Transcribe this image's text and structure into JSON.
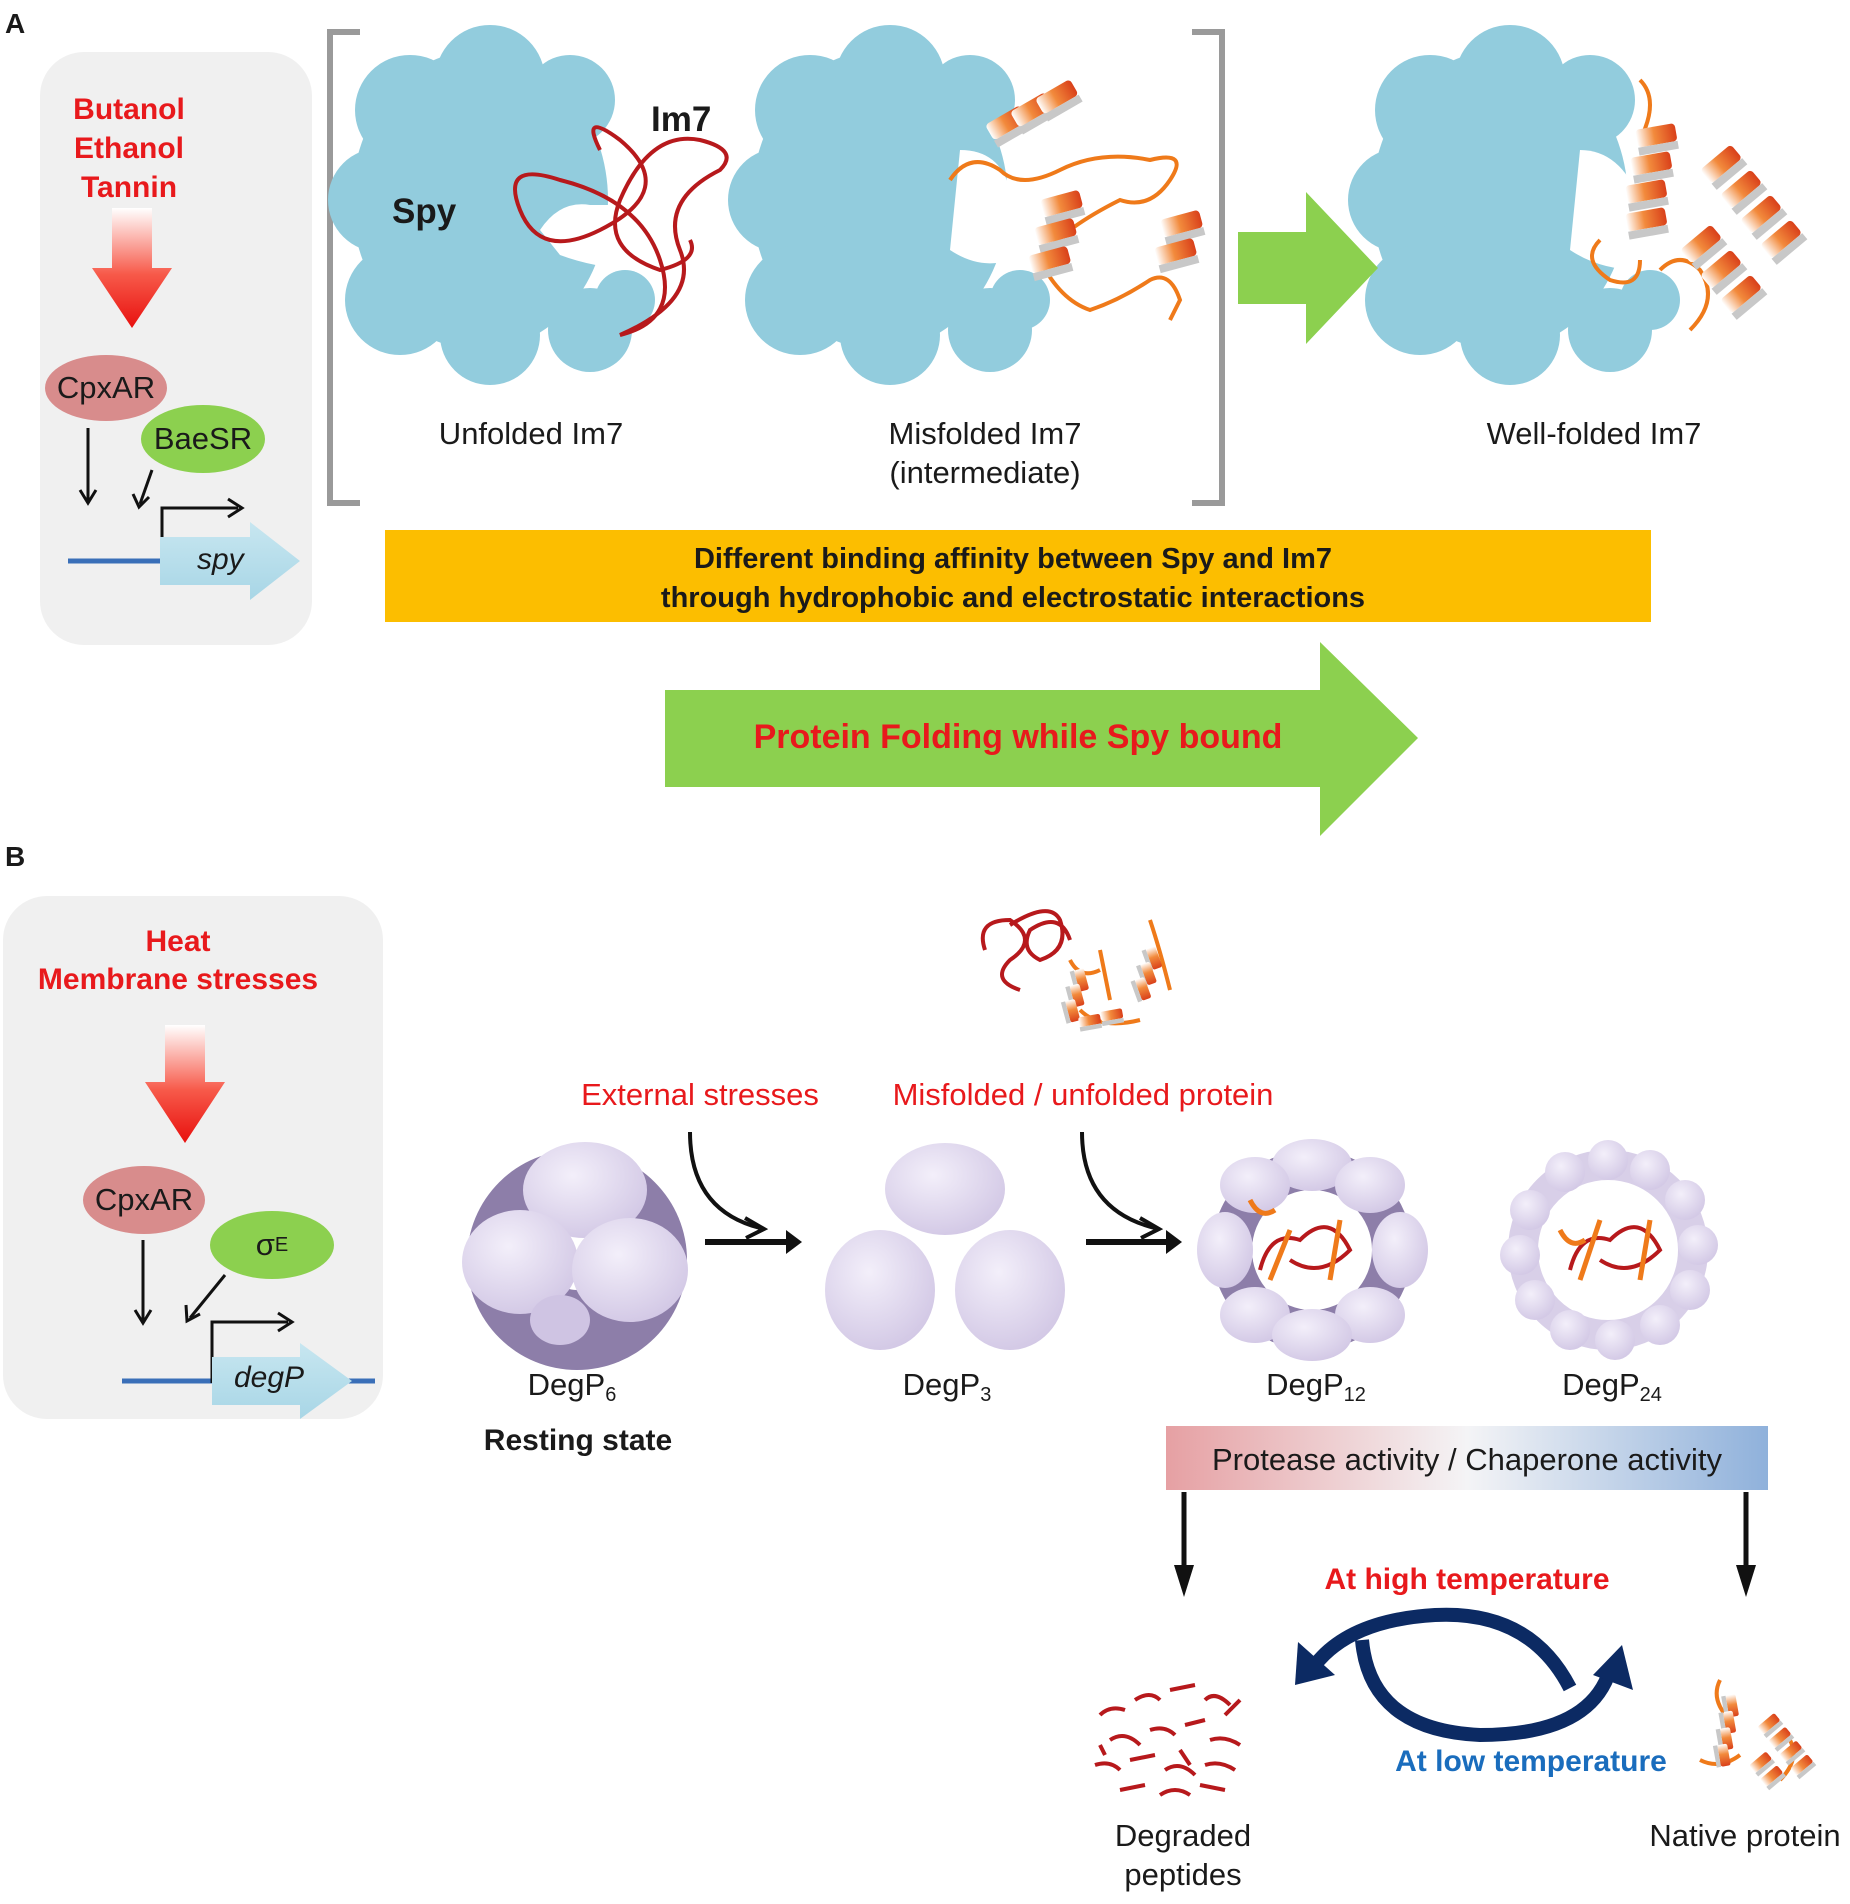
{
  "panel_a": {
    "label": "A",
    "stressors": [
      "Butanol",
      "Ethanol",
      "Tannin"
    ],
    "regulators": {
      "cpx": "CpxAR",
      "bae": "BaeSR"
    },
    "gene": "spy",
    "spy_label": "Spy",
    "im7_label": "Im7",
    "states": {
      "unfolded": "Unfolded Im7",
      "misfolded_line1": "Misfolded Im7",
      "misfolded_line2": "(intermediate)",
      "wellfolded": "Well-folded Im7"
    },
    "binding_line1": "Different binding affinity between Spy and Im7",
    "binding_line2": "through hydrophobic and electrostatic interactions",
    "folding_arrow": "Protein Folding while Spy bound"
  },
  "panel_b": {
    "label": "B",
    "stressors": [
      "Heat",
      "Membrane stresses"
    ],
    "regulators": {
      "cpx": "CpxAR",
      "sigma_base": "σ",
      "sigma_sup": "E"
    },
    "gene": "degP",
    "external_stresses": "External stresses",
    "misfolded_protein": "Misfolded / unfolded protein",
    "degp_base": "DegP",
    "degp6_sub": "6",
    "degp3_sub": "3",
    "degp12_sub": "12",
    "degp24_sub": "24",
    "resting_state": "Resting state",
    "activity_bar": "Protease activity / Chaperone activity",
    "high_temp": "At high temperature",
    "low_temp": "At low temperature",
    "degraded_line1": "Degraded",
    "degraded_line2": "peptides",
    "native": "Native protein"
  },
  "colors": {
    "stress_red": "#e8191c",
    "spy_blue": "#92ccdd",
    "binding_bar": "#fcbe00",
    "green_arrow": "#8cd04f",
    "low_temp_blue": "#1a6dbd",
    "cycle_navy": "#0c2a63",
    "degp_lavender": "#ddd6ec",
    "degp_dark": "#8d7ea9"
  }
}
